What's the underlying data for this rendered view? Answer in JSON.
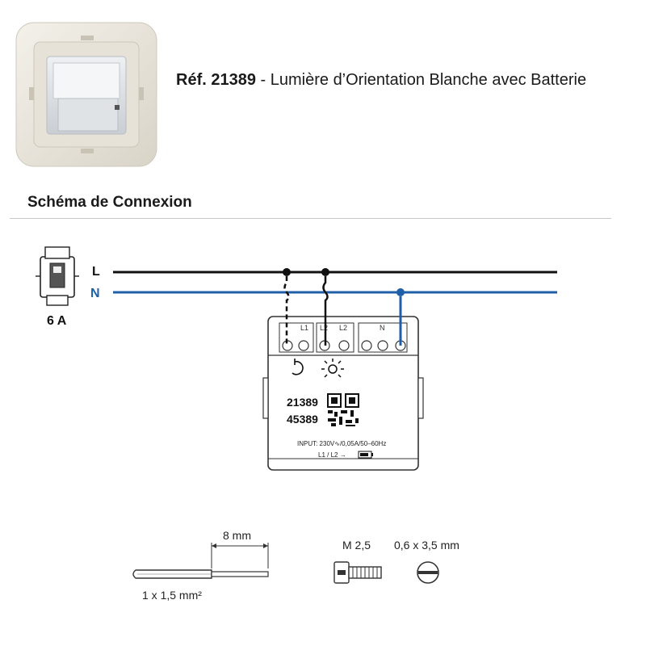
{
  "header": {
    "ref": "Réf. 21389",
    "separator": " - ",
    "title": "Lumière d’Orientation Blanche avec Batterie"
  },
  "section": {
    "heading": "Schéma de Connexion"
  },
  "lines": {
    "L": "L",
    "N": "N",
    "breaker_rating": "6 A"
  },
  "module": {
    "terminals": [
      "L1",
      "L2",
      "L2",
      "N"
    ],
    "code_1": "21389",
    "code_2": "45389",
    "input_spec": "INPUT: 230V∿/0,05A/50–60Hz",
    "battery_label": "L1 / L2 →"
  },
  "wiring": {
    "strip_length": "8 mm",
    "wire_section": "1 x 1,5 mm²",
    "screw": "M 2,5",
    "screwdriver": "0,6 x 3,5 mm"
  },
  "colors": {
    "live": "#111111",
    "neutral": "#1f5fa8",
    "outline": "#333333",
    "accent_text": "#1f5fa8"
  }
}
